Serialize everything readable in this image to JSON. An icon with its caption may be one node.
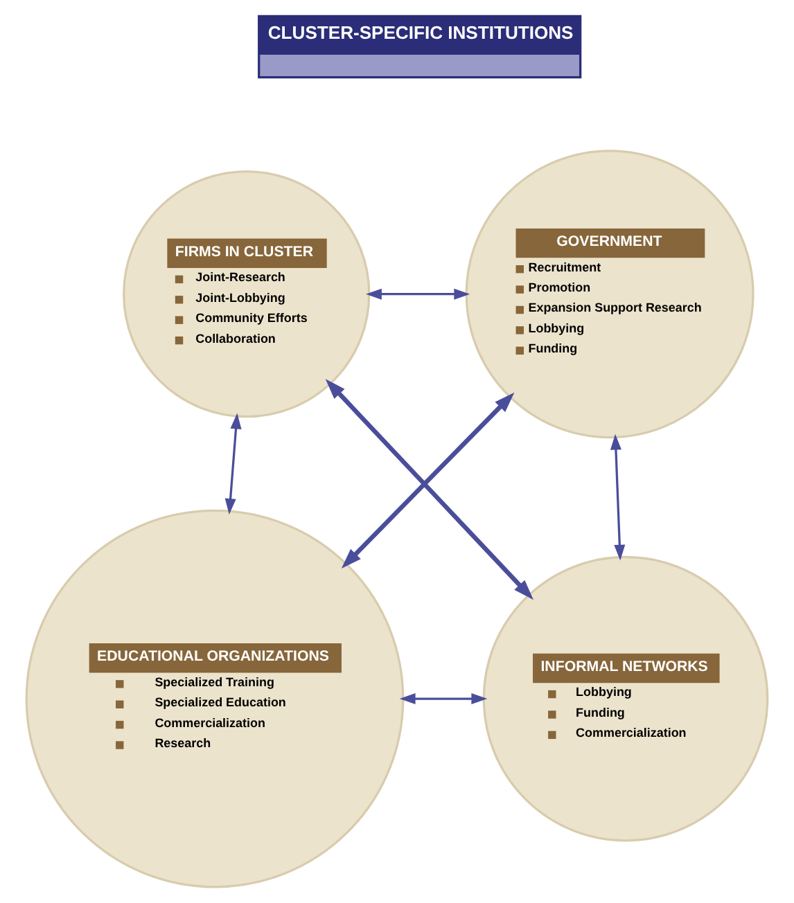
{
  "diagram": {
    "nodes": [
      {
        "text": [
          "CLUSTER-SPECIFIC INSTITUTIONS"
        ]
      },
      {
        "text": [
          "FIRMS IN CLUSTER",
          "Joint-Research",
          "Joint-Lobbying",
          "Community Efforts",
          "Collaboration"
        ]
      },
      {
        "text": [
          "GOVERNMENT",
          "Recruitment",
          "Promotion",
          "Expansion Support Research",
          "Lobbying",
          "Funding"
        ]
      },
      {
        "text": [
          "EDUCATIONAL ORGANIZATIONS",
          "Specialized Training",
          "Specialized Education",
          "Commercialization",
          "Research"
        ]
      },
      {
        "text": [
          "INFORMAL NETWORKS",
          "Lobbying",
          "Funding",
          "Commercialization"
        ]
      }
    ],
    "edges": [
      {
        "from": 1,
        "to": 2,
        "arrow": "both"
      },
      {
        "from": 1,
        "to": 3,
        "arrow": "both"
      },
      {
        "from": 2,
        "to": 4,
        "arrow": "both"
      },
      {
        "from": 3,
        "to": 4,
        "arrow": "both"
      },
      {
        "from": 1,
        "to": 4,
        "arrow": "both",
        "style": "thick"
      },
      {
        "from": 2,
        "to": 3,
        "arrow": "both",
        "style": "thick"
      }
    ]
  }
}
